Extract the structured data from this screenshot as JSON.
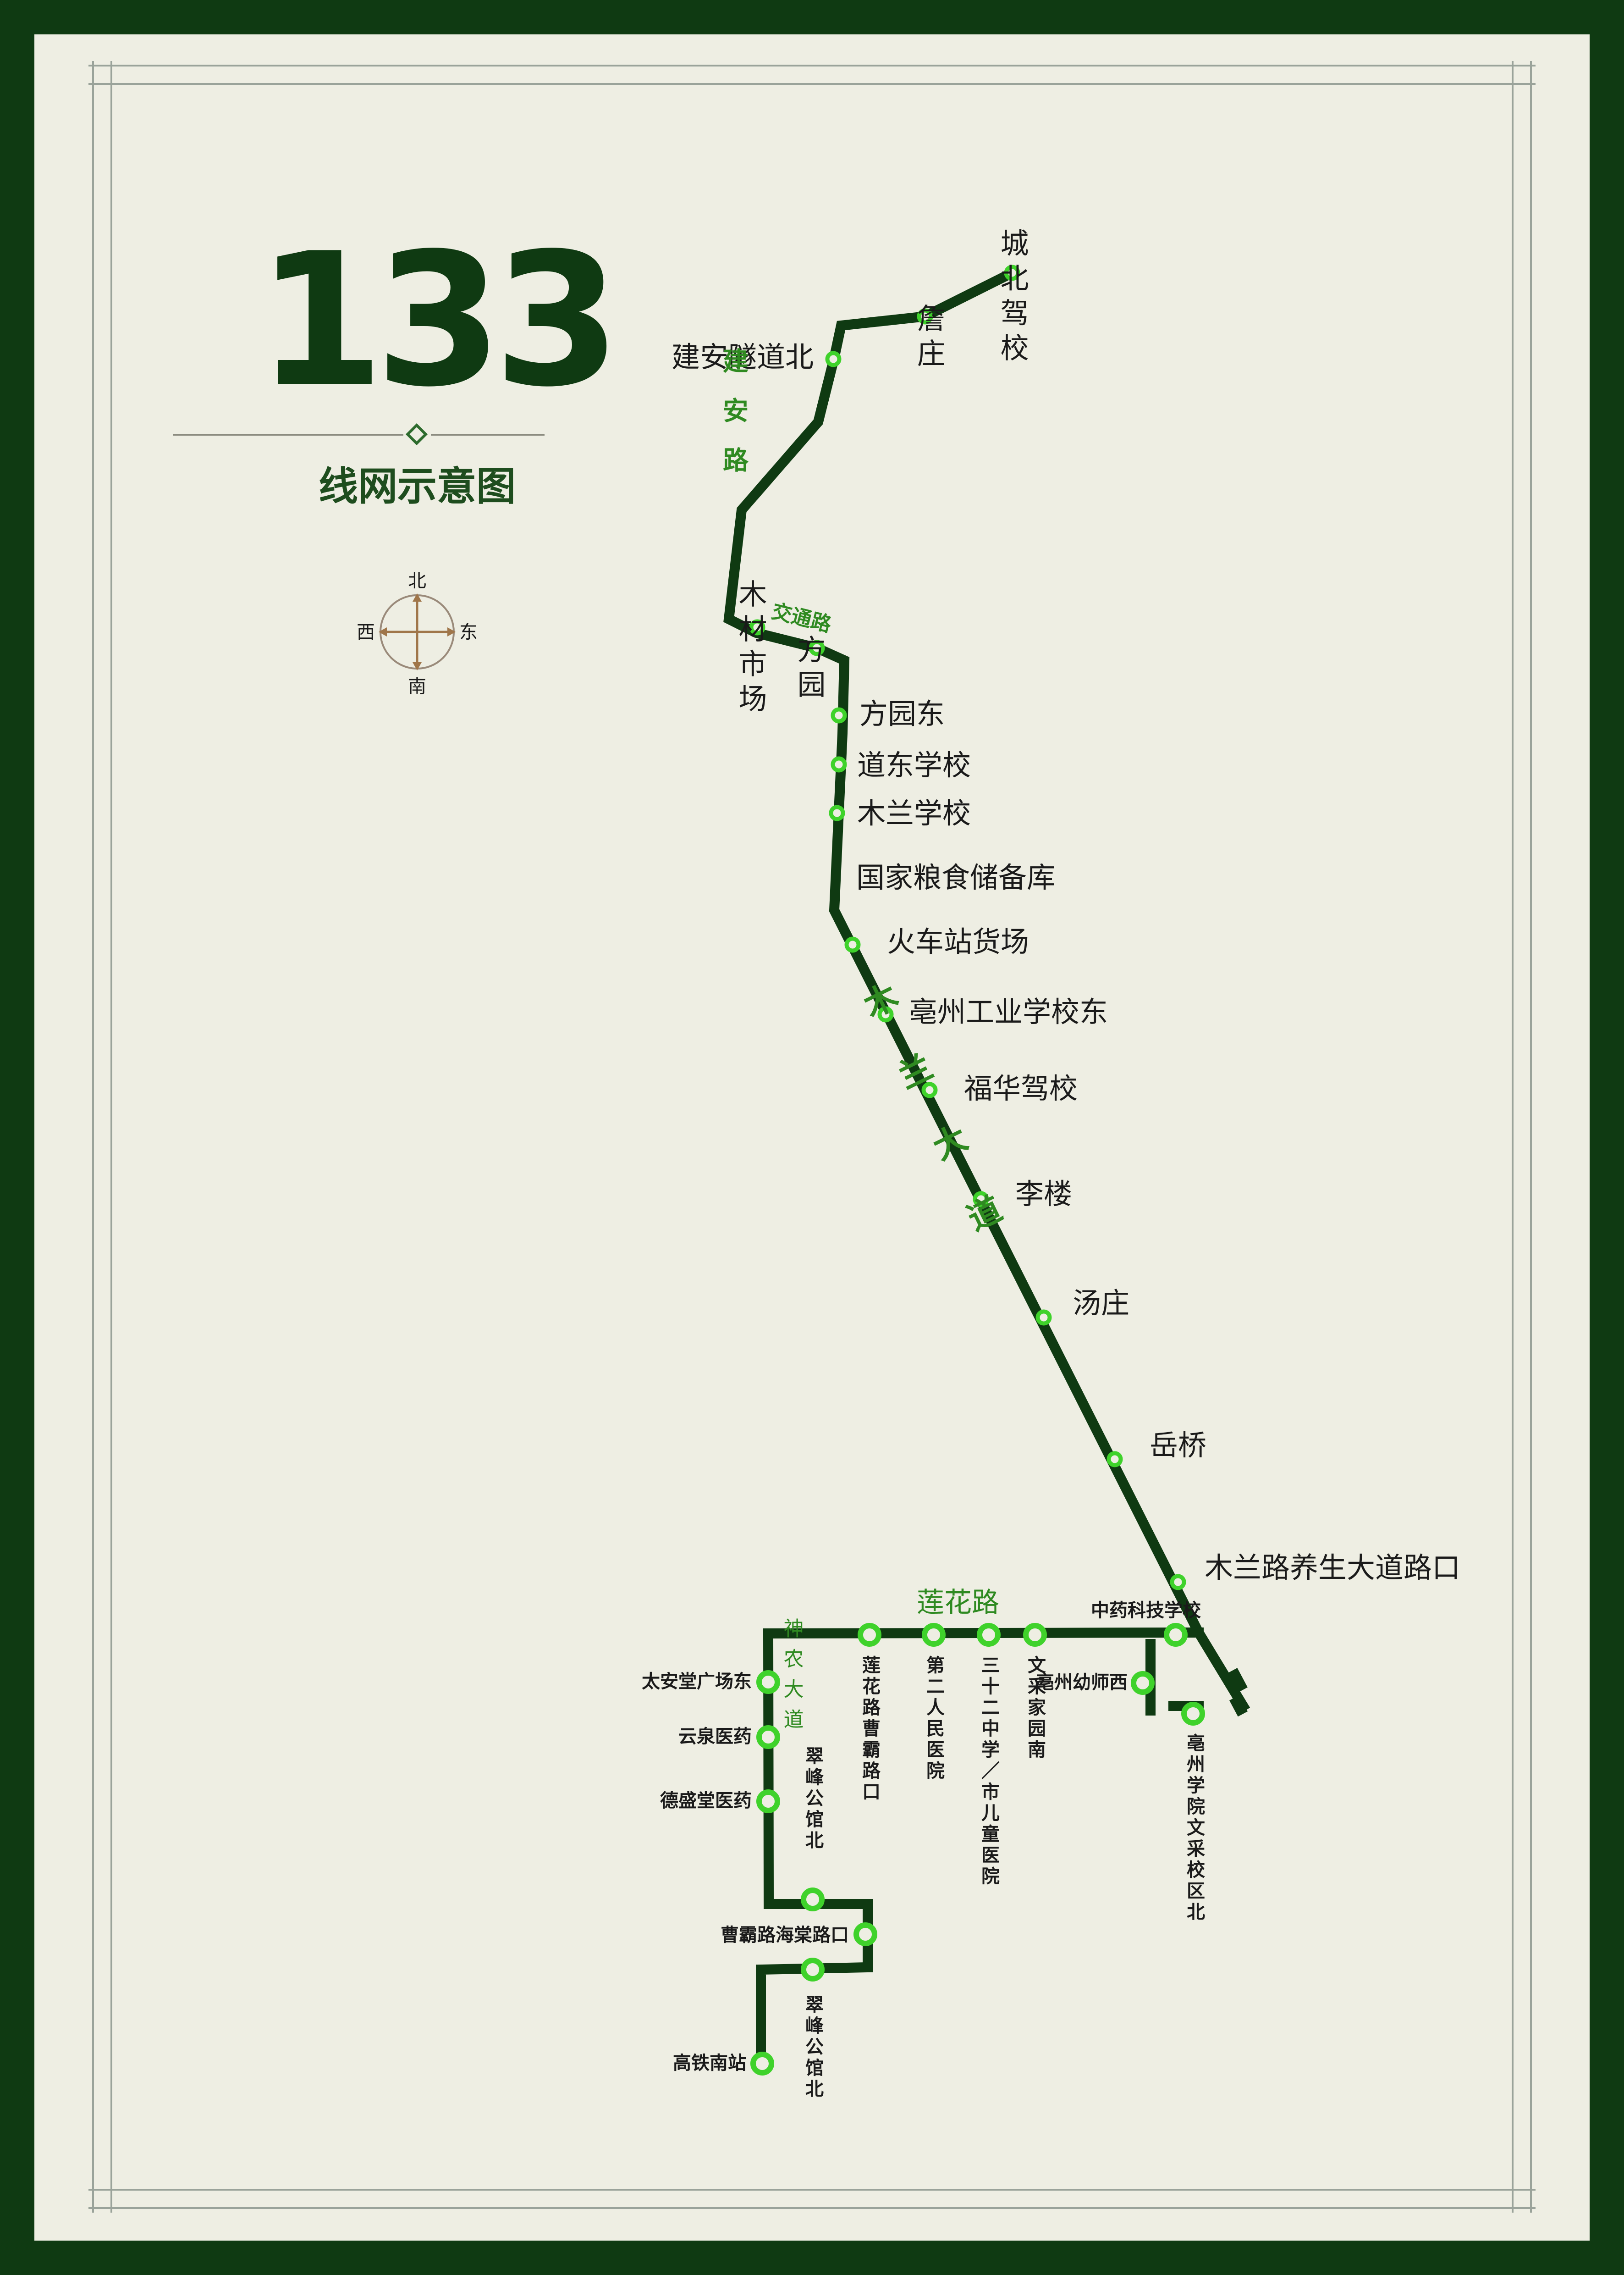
{
  "header": {
    "route_number": "133",
    "subtitle": "线网示意图"
  },
  "compass": {
    "north": "北",
    "south": "南",
    "east": "东",
    "west": "西"
  },
  "colors": {
    "frame": "#0f3a12",
    "paper": "#eeeee3",
    "route_line": "#0f3a12",
    "station_dot": "#3fd22b",
    "road_label": "#2f8a21",
    "compass_ring": "#9a8a7a",
    "compass_arrow": "#a0764a"
  },
  "stations": [
    {
      "name": "城北驾校"
    },
    {
      "name": "詹庄"
    },
    {
      "name": "建安隧道北"
    },
    {
      "name": "木材市场"
    },
    {
      "name": "方园"
    },
    {
      "name": "方园东"
    },
    {
      "name": "道东学校"
    },
    {
      "name": "木兰学校"
    },
    {
      "name": "国家粮食储备库"
    },
    {
      "name": "火车站货场"
    },
    {
      "name": "亳州工业学校东"
    },
    {
      "name": "福华驾校"
    },
    {
      "name": "李楼"
    },
    {
      "name": "汤庄"
    },
    {
      "name": "岳桥"
    },
    {
      "name": "木兰路养生大道路口"
    },
    {
      "name": "中药科技学校"
    },
    {
      "name": "亳州幼师西"
    },
    {
      "name": "亳州学院文采校区北"
    },
    {
      "name": "文采家园南"
    },
    {
      "name": "三十二中学／市儿童医院"
    },
    {
      "name": "第二人民医院"
    },
    {
      "name": "莲花路曹霸路口"
    },
    {
      "name": "太安堂广场东"
    },
    {
      "name": "云泉医药"
    },
    {
      "name": "德盛堂医药"
    },
    {
      "name": "翠峰公馆北"
    },
    {
      "name": "曹霸路海棠路口"
    },
    {
      "name": "翠峰公馆北"
    },
    {
      "name": "高铁南站"
    }
  ],
  "roads": [
    {
      "name": "建安路"
    },
    {
      "name": "交通路"
    },
    {
      "name": "木兰大道"
    },
    {
      "name": "莲花路"
    },
    {
      "name": "神农大道"
    }
  ]
}
